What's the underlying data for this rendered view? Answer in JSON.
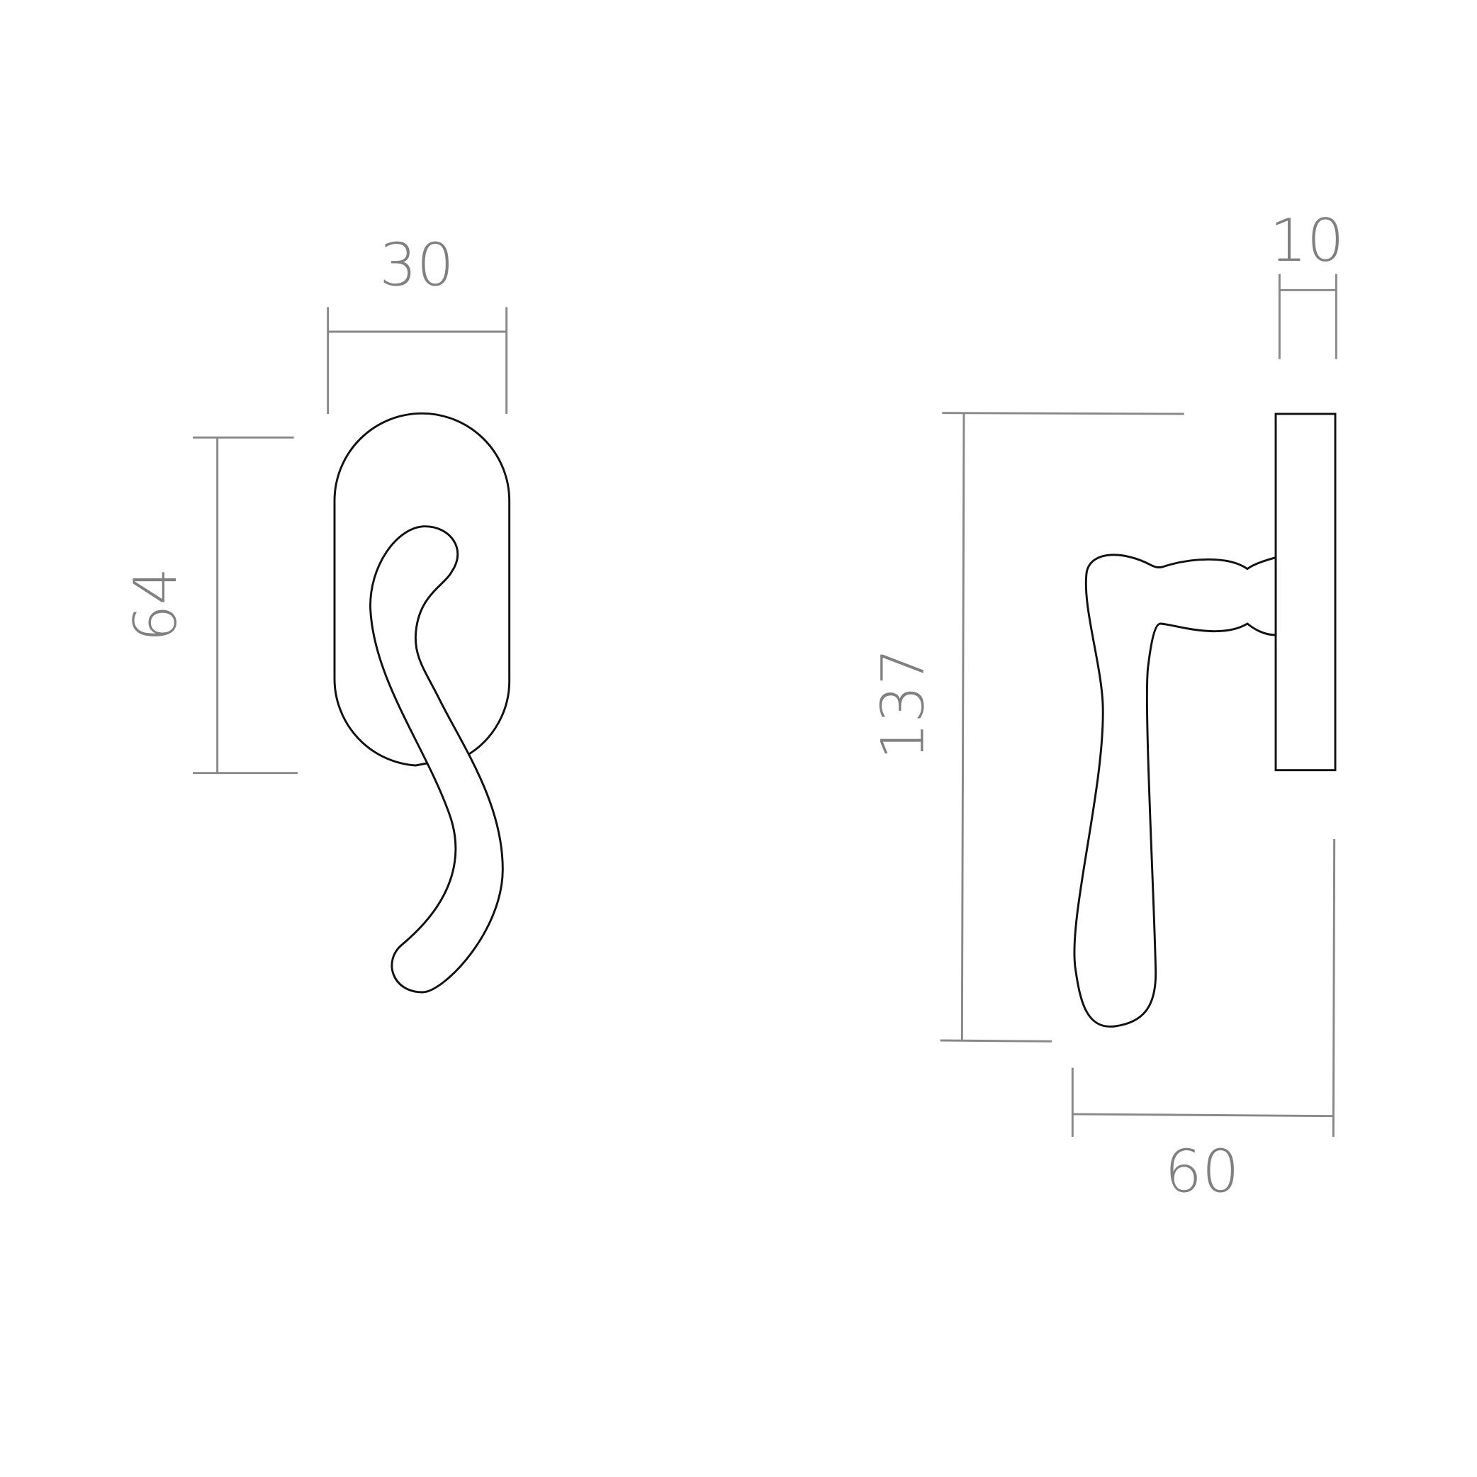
{
  "drawing": {
    "front_view": {
      "width_dimension": "30",
      "height_dimension": "64"
    },
    "side_view": {
      "height_dimension": "137",
      "plate_depth_dimension": "10",
      "projection_dimension": "60"
    },
    "colors": {
      "dimension": "#888888",
      "outline": "#111111"
    }
  }
}
